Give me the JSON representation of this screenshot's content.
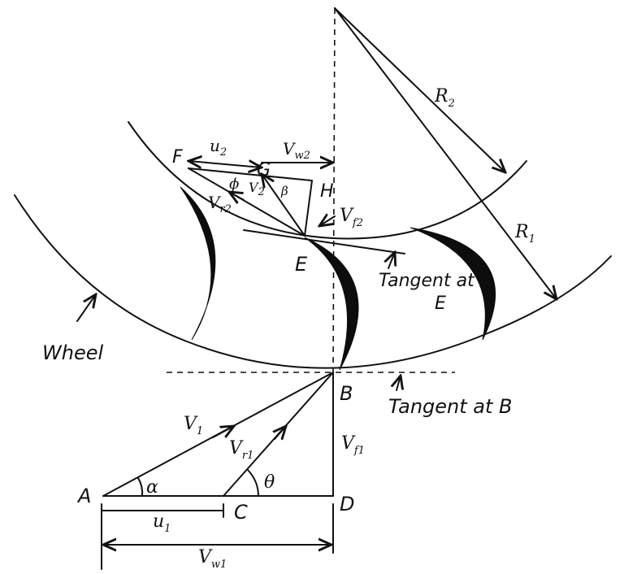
{
  "labels": {
    "wheel": "Wheel",
    "tangent_e_line1": "Tangent at",
    "tangent_e_line2": "E",
    "tangent_b": "Tangent at B",
    "point_a": "A",
    "point_b": "B",
    "point_c": "C",
    "point_d": "D",
    "point_e": "E",
    "point_f": "F",
    "point_g": "G",
    "point_h": "H",
    "r2": "R",
    "r2_sub": "2",
    "r1": "R",
    "r1_sub": "1",
    "v1": "V",
    "v1_sub": "1",
    "vr1": "V",
    "vr1_sub": "r1",
    "vf1": "V",
    "vf1_sub": "f1",
    "vw1": "V",
    "vw1_sub": "w1",
    "u1": "u",
    "u1_sub": "1",
    "alpha": "α",
    "theta": "θ",
    "u2": "u",
    "u2_sub": "2",
    "vw2": "V",
    "vw2_sub": "w2",
    "v2": "V",
    "v2_sub": "2",
    "vr2": "V",
    "vr2_sub": "r2",
    "vf2": "V",
    "vf2_sub": "f2",
    "phi": "ϕ",
    "beta": "β"
  }
}
